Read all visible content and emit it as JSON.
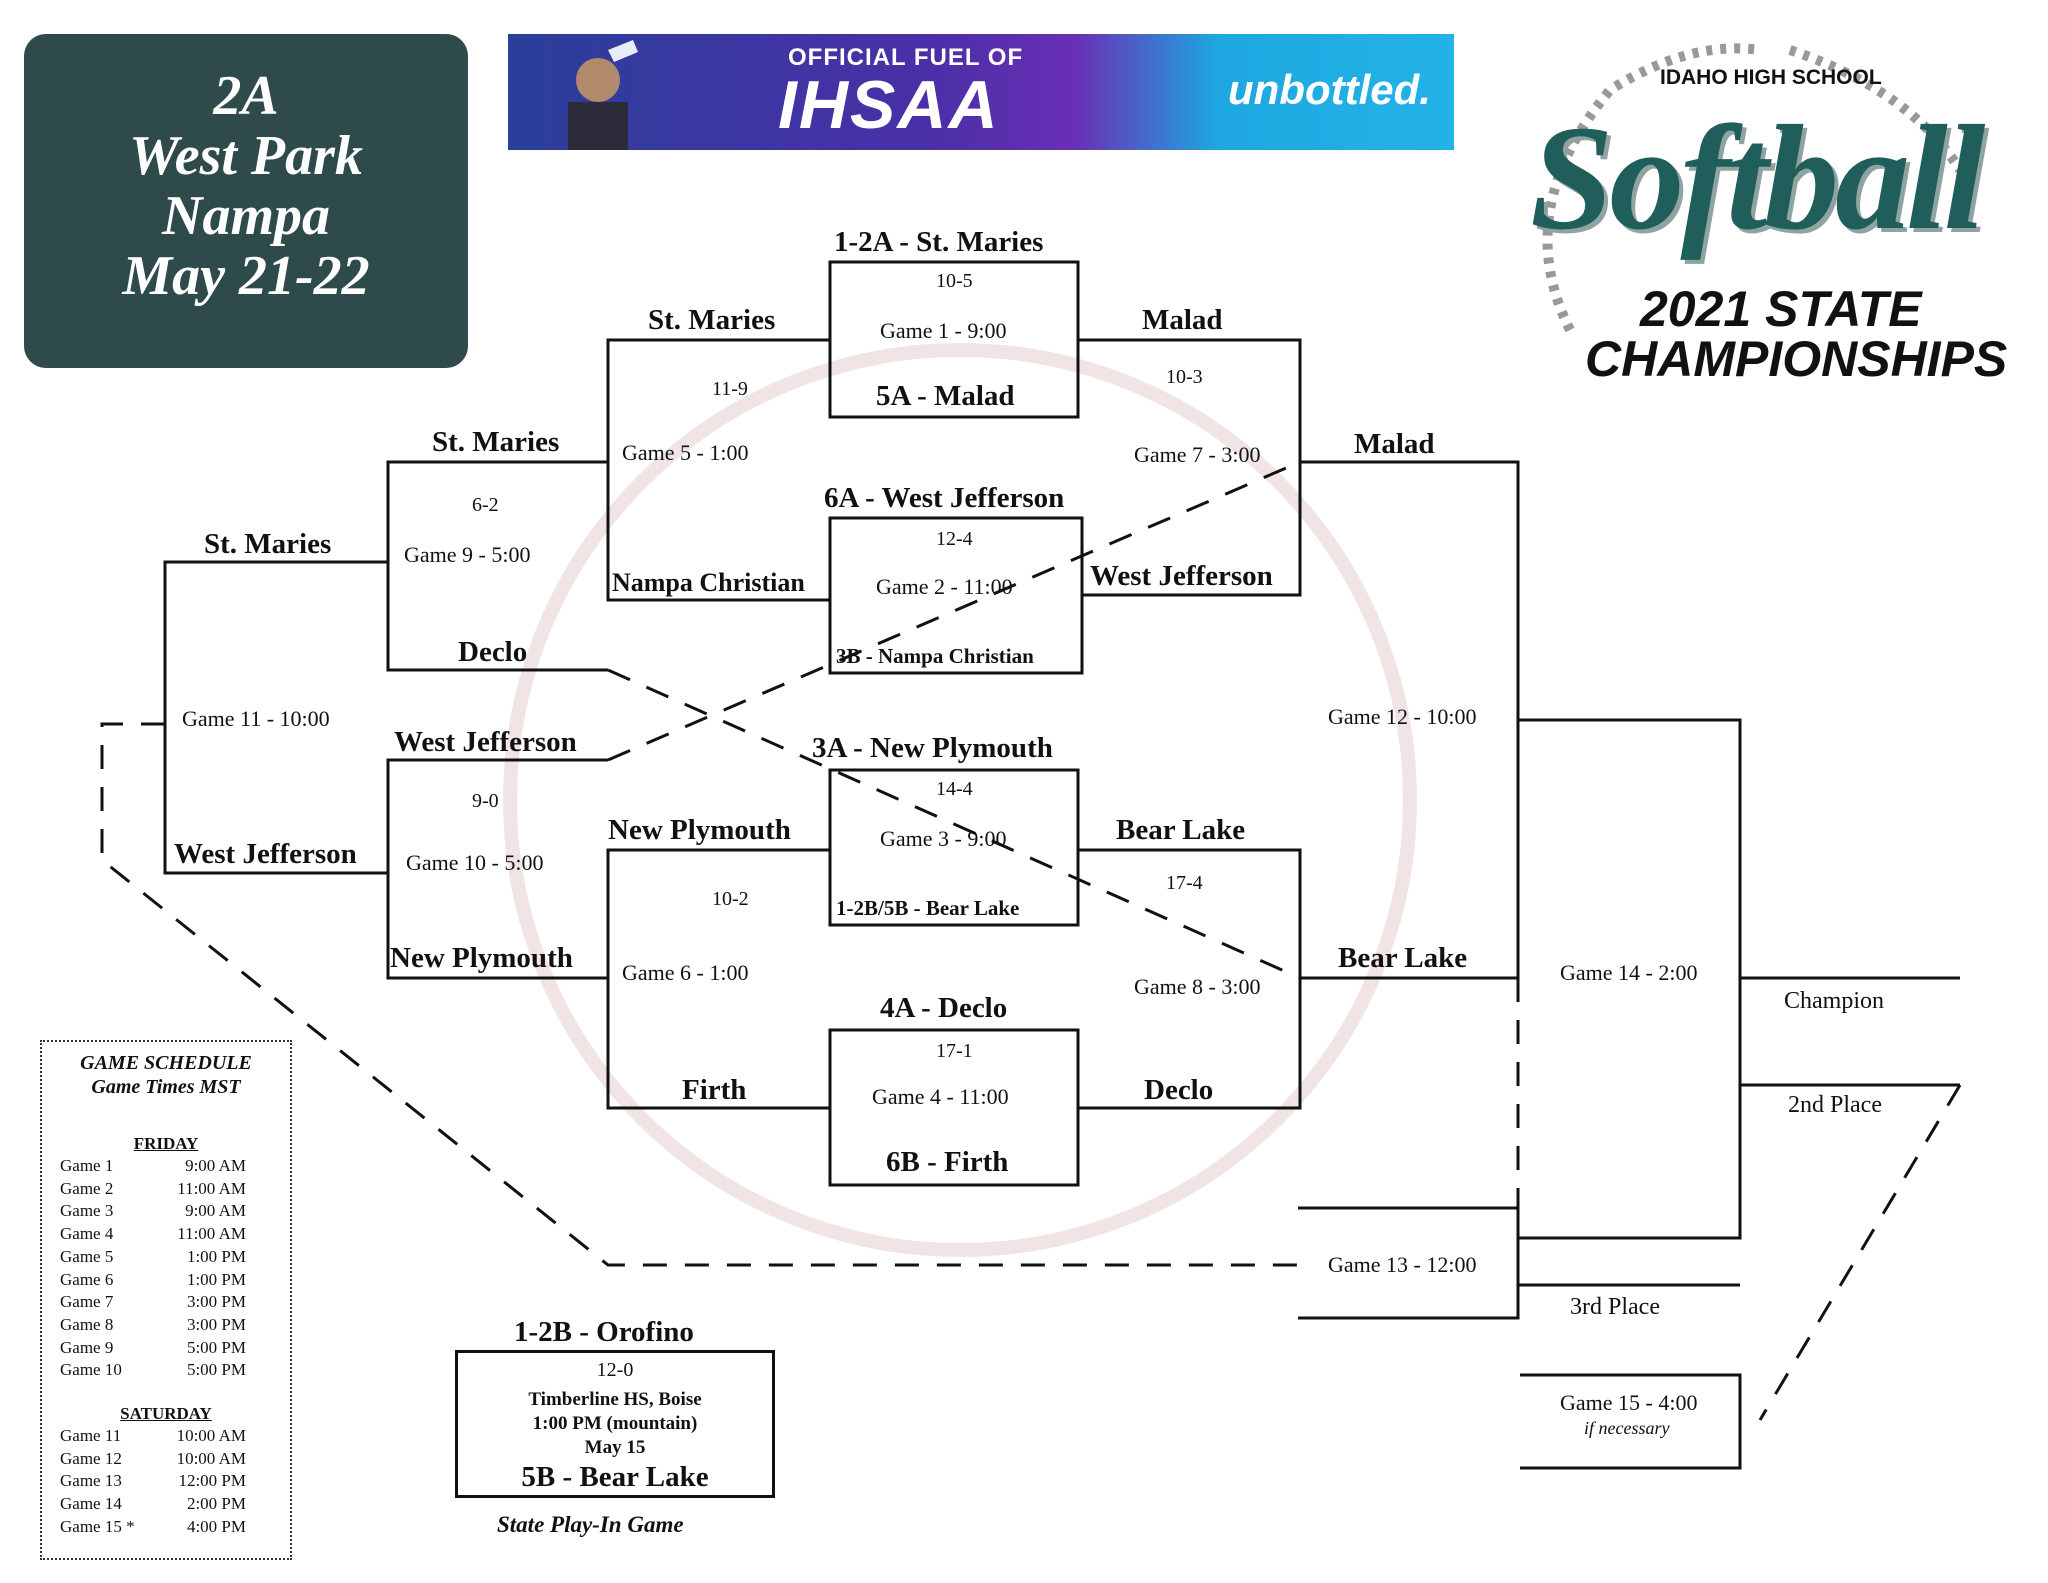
{
  "event": {
    "classification": "2A",
    "venue_line1": "West Park",
    "venue_line2": "Nampa",
    "dates": "May 21-22"
  },
  "sponsor": {
    "line1": "OFFICIAL FUEL OF",
    "line2": "IHSAA",
    "brand": "unbottled."
  },
  "logo": {
    "school": "IDAHO HIGH SCHOOL",
    "word": "Softball",
    "year_line": "2021 STATE",
    "champ_line": "CHAMPIONSHIPS"
  },
  "colors": {
    "event_box": "#2f4a4a",
    "logo_teal": "#1f5e5a",
    "line": "#111111"
  },
  "games": {
    "g1": {
      "top_seed": "1-2A - St. Maries",
      "score": "10-5",
      "label": "Game 1 - 9:00",
      "bottom_seed": "5A - Malad"
    },
    "g2": {
      "top_seed": "6A - West Jefferson",
      "score": "12-4",
      "label": "Game 2 - 11:00",
      "bottom_seed": "3B - Nampa Christian"
    },
    "g3": {
      "top_seed": "3A - New Plymouth",
      "score": "14-4",
      "label": "Game 3 - 9:00",
      "bottom_seed": "1-2B/5B - Bear Lake"
    },
    "g4": {
      "top_seed": "4A - Declo",
      "score": "17-1",
      "label": "Game 4 - 11:00",
      "bottom_seed": "6B - Firth"
    },
    "g5": {
      "top": "St. Maries",
      "score": "11-9",
      "label": "Game 5 - 1:00",
      "bottom": "Nampa Christian"
    },
    "g6": {
      "top": "New Plymouth",
      "score": "10-2",
      "label": "Game 6 - 1:00",
      "bottom": "Firth"
    },
    "g7": {
      "top": "Malad",
      "score": "10-3",
      "label": "Game 7 - 3:00",
      "bottom": "West Jefferson"
    },
    "g8": {
      "top": "Bear Lake",
      "score": "17-4",
      "label": "Game 8 - 3:00",
      "bottom": "Declo"
    },
    "g9": {
      "top": "St. Maries",
      "score": "6-2",
      "label": "Game 9 - 5:00",
      "bottom": "Declo"
    },
    "g10": {
      "top": "West Jefferson",
      "score": "9-0",
      "label": "Game 10 - 5:00",
      "bottom": "New Plymouth"
    },
    "g11": {
      "top": "St. Maries",
      "label": "Game 11 - 10:00",
      "bottom": "West Jefferson"
    },
    "g12": {
      "top": "Malad",
      "label": "Game 12 - 10:00",
      "bottom": "Bear Lake"
    },
    "g13": {
      "label": "Game 13 - 12:00",
      "result": "3rd Place"
    },
    "g14": {
      "label": "Game 14 - 2:00"
    },
    "g15": {
      "label": "Game 15 - 4:00",
      "note": "if necessary"
    }
  },
  "finals": {
    "champion": "Champion",
    "second": "2nd Place"
  },
  "playin": {
    "top_seed": "1-2B - Orofino",
    "score": "12-0",
    "site": "Timberline HS, Boise",
    "time": "1:00 PM (mountain)",
    "date": "May 15",
    "bottom_seed": "5B - Bear Lake",
    "caption": "State Play-In Game"
  },
  "schedule": {
    "title": "GAME SCHEDULE",
    "subtitle": "Game Times MST",
    "friday_label": "FRIDAY",
    "friday": [
      {
        "game": "Game 1",
        "time": "9:00 AM"
      },
      {
        "game": "Game 2",
        "time": "11:00 AM"
      },
      {
        "game": "Game 3",
        "time": "9:00 AM"
      },
      {
        "game": "Game 4",
        "time": "11:00 AM"
      },
      {
        "game": "Game 5",
        "time": "1:00 PM"
      },
      {
        "game": "Game 6",
        "time": "1:00 PM"
      },
      {
        "game": "Game 7",
        "time": "3:00 PM"
      },
      {
        "game": "Game 8",
        "time": "3:00 PM"
      },
      {
        "game": "Game 9",
        "time": "5:00 PM"
      },
      {
        "game": "Game 10",
        "time": "5:00 PM"
      }
    ],
    "saturday_label": "SATURDAY",
    "saturday": [
      {
        "game": "Game 11",
        "time": "10:00 AM"
      },
      {
        "game": "Game 12",
        "time": "10:00 AM"
      },
      {
        "game": "Game 13",
        "time": "12:00 PM"
      },
      {
        "game": "Game 14",
        "time": "2:00 PM"
      },
      {
        "game": "Game 15 *",
        "time": "4:00 PM"
      }
    ]
  }
}
